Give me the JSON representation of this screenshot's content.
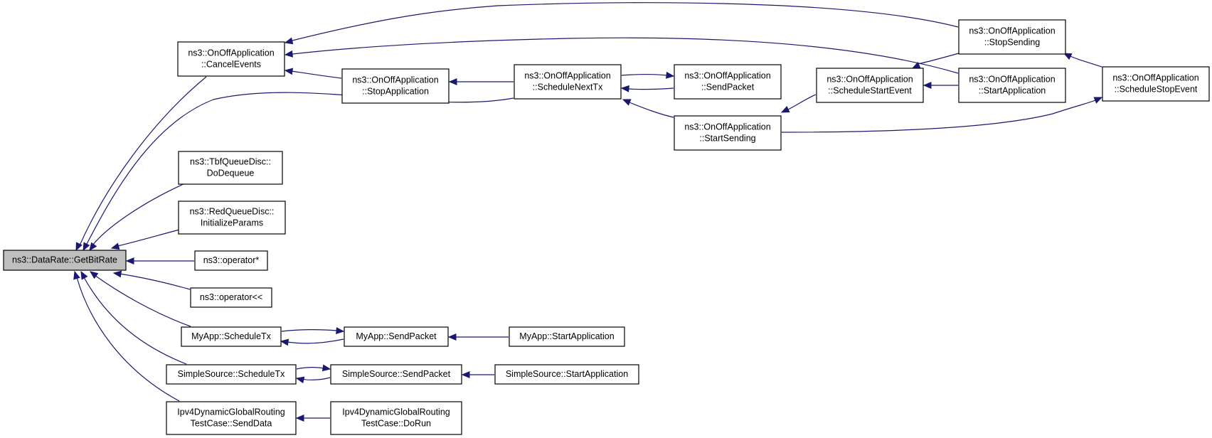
{
  "diagram": {
    "root": "getbitrate",
    "nodes": [
      {
        "id": "getbitrate",
        "lines": [
          "ns3::DataRate::GetBitRate"
        ],
        "highlight": true
      },
      {
        "id": "cancelevents",
        "lines": [
          "ns3::OnOffApplication",
          "::CancelEvents"
        ]
      },
      {
        "id": "stopapplication",
        "lines": [
          "ns3::OnOffApplication",
          "::StopApplication"
        ]
      },
      {
        "id": "schedulenexttx",
        "lines": [
          "ns3::OnOffApplication",
          "::ScheduleNextTx"
        ]
      },
      {
        "id": "onoff-sendpacket",
        "lines": [
          "ns3::OnOffApplication",
          "::SendPacket"
        ]
      },
      {
        "id": "startsending",
        "lines": [
          "ns3::OnOffApplication",
          "::StartSending"
        ]
      },
      {
        "id": "schedulestartevent",
        "lines": [
          "ns3::OnOffApplication",
          "::ScheduleStartEvent"
        ]
      },
      {
        "id": "onoff-startapplication",
        "lines": [
          "ns3::OnOffApplication",
          "::StartApplication"
        ]
      },
      {
        "id": "stopsending",
        "lines": [
          "ns3::OnOffApplication",
          "::StopSending"
        ]
      },
      {
        "id": "schedulestopevent",
        "lines": [
          "ns3::OnOffApplication",
          "::ScheduleStopEvent"
        ]
      },
      {
        "id": "tbf-dodequeue",
        "lines": [
          "ns3::TbfQueueDisc::",
          "DoDequeue"
        ]
      },
      {
        "id": "red-initializeparams",
        "lines": [
          "ns3::RedQueueDisc::",
          "InitializeParams"
        ]
      },
      {
        "id": "operator-mul",
        "lines": [
          "ns3::operator*"
        ]
      },
      {
        "id": "operator-shl",
        "lines": [
          "ns3::operator<<"
        ]
      },
      {
        "id": "myapp-scheduletx",
        "lines": [
          "MyApp::ScheduleTx"
        ]
      },
      {
        "id": "myapp-sendpacket",
        "lines": [
          "MyApp::SendPacket"
        ]
      },
      {
        "id": "myapp-startapplication",
        "lines": [
          "MyApp::StartApplication"
        ]
      },
      {
        "id": "simplesource-scheduletx",
        "lines": [
          "SimpleSource::ScheduleTx"
        ]
      },
      {
        "id": "simplesource-sendpacket",
        "lines": [
          "SimpleSource::SendPacket"
        ]
      },
      {
        "id": "simplesource-startapplication",
        "lines": [
          "SimpleSource::StartApplication"
        ]
      },
      {
        "id": "ipv4-senddata",
        "lines": [
          "Ipv4DynamicGlobalRouting",
          "TestCase::SendData"
        ]
      },
      {
        "id": "ipv4-dorun",
        "lines": [
          "Ipv4DynamicGlobalRouting",
          "TestCase::DoRun"
        ]
      }
    ],
    "edges": [
      {
        "from": "cancelevents",
        "to": "getbitrate"
      },
      {
        "from": "schedulenexttx",
        "to": "getbitrate"
      },
      {
        "from": "tbf-dodequeue",
        "to": "getbitrate"
      },
      {
        "from": "red-initializeparams",
        "to": "getbitrate"
      },
      {
        "from": "operator-mul",
        "to": "getbitrate"
      },
      {
        "from": "operator-shl",
        "to": "getbitrate"
      },
      {
        "from": "myapp-scheduletx",
        "to": "getbitrate"
      },
      {
        "from": "simplesource-scheduletx",
        "to": "getbitrate"
      },
      {
        "from": "ipv4-senddata",
        "to": "getbitrate"
      },
      {
        "from": "stopapplication",
        "to": "cancelevents"
      },
      {
        "from": "stopsending",
        "to": "cancelevents"
      },
      {
        "from": "onoff-startapplication",
        "to": "cancelevents"
      },
      {
        "from": "schedulenexttx",
        "to": "stopapplication"
      },
      {
        "from": "onoff-sendpacket",
        "to": "schedulenexttx"
      },
      {
        "from": "schedulenexttx",
        "to": "onoff-sendpacket"
      },
      {
        "from": "startsending",
        "to": "schedulenexttx"
      },
      {
        "from": "schedulestartevent",
        "to": "startsending"
      },
      {
        "from": "stopsending",
        "to": "schedulestartevent"
      },
      {
        "from": "onoff-startapplication",
        "to": "schedulestartevent"
      },
      {
        "from": "schedulestopevent",
        "to": "stopsending"
      },
      {
        "from": "startsending",
        "to": "schedulestopevent"
      },
      {
        "from": "myapp-sendpacket",
        "to": "myapp-scheduletx"
      },
      {
        "from": "myapp-scheduletx",
        "to": "myapp-sendpacket"
      },
      {
        "from": "myapp-startapplication",
        "to": "myapp-sendpacket"
      },
      {
        "from": "simplesource-sendpacket",
        "to": "simplesource-scheduletx"
      },
      {
        "from": "simplesource-scheduletx",
        "to": "simplesource-sendpacket"
      },
      {
        "from": "simplesource-startapplication",
        "to": "simplesource-sendpacket"
      },
      {
        "from": "ipv4-dorun",
        "to": "ipv4-senddata"
      }
    ],
    "colors": {
      "edge": "#191970",
      "node_border": "#000000",
      "node_fill": "#ffffff",
      "root_fill": "#bfbfbf"
    }
  }
}
